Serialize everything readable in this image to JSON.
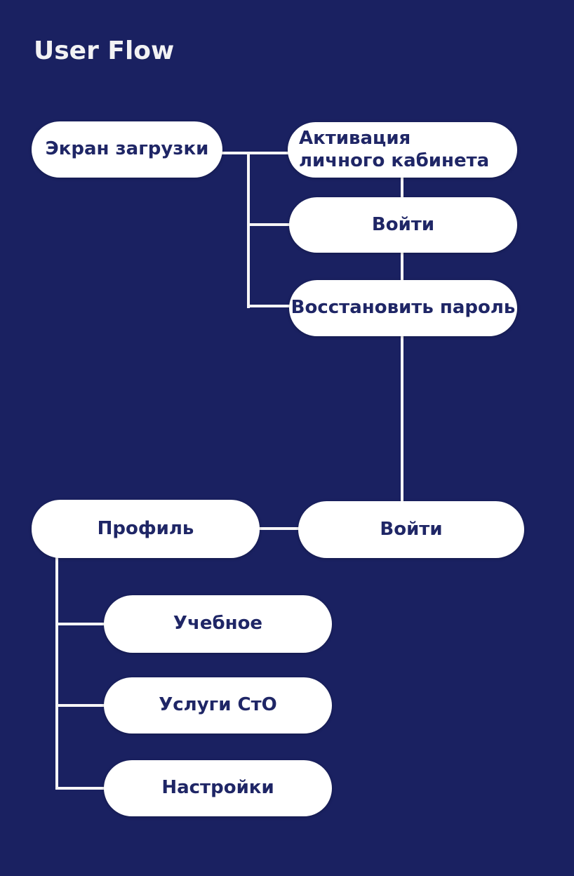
{
  "title": "User Flow",
  "colors": {
    "background": "#1a2161",
    "node_fill": "#ffffff",
    "node_text": "#1f2666",
    "title_text": "#f2f2f4",
    "connector": "#f7f6f7"
  },
  "diagram": {
    "nodes": [
      {
        "id": "loading-screen",
        "label": "Экран загрузки"
      },
      {
        "id": "account-activation",
        "label": "Активация\nличного кабинета"
      },
      {
        "id": "login-top",
        "label": "Войти"
      },
      {
        "id": "restore-password",
        "label": "Восстановить пароль"
      },
      {
        "id": "profile",
        "label": "Профиль"
      },
      {
        "id": "login-main",
        "label": "Войти"
      },
      {
        "id": "study",
        "label": "Учебное"
      },
      {
        "id": "sto-services",
        "label": "Услуги СтО"
      },
      {
        "id": "settings",
        "label": "Настройки"
      }
    ],
    "edges": [
      {
        "from": "loading-screen",
        "to": "account-activation"
      },
      {
        "from": "loading-screen",
        "to": "login-top"
      },
      {
        "from": "loading-screen",
        "to": "restore-password"
      },
      {
        "from": "account-activation",
        "to": "login-top"
      },
      {
        "from": "login-top",
        "to": "restore-password"
      },
      {
        "from": "restore-password",
        "to": "login-main"
      },
      {
        "from": "profile",
        "to": "login-main"
      },
      {
        "from": "profile",
        "to": "study"
      },
      {
        "from": "profile",
        "to": "sto-services"
      },
      {
        "from": "profile",
        "to": "settings"
      }
    ]
  }
}
